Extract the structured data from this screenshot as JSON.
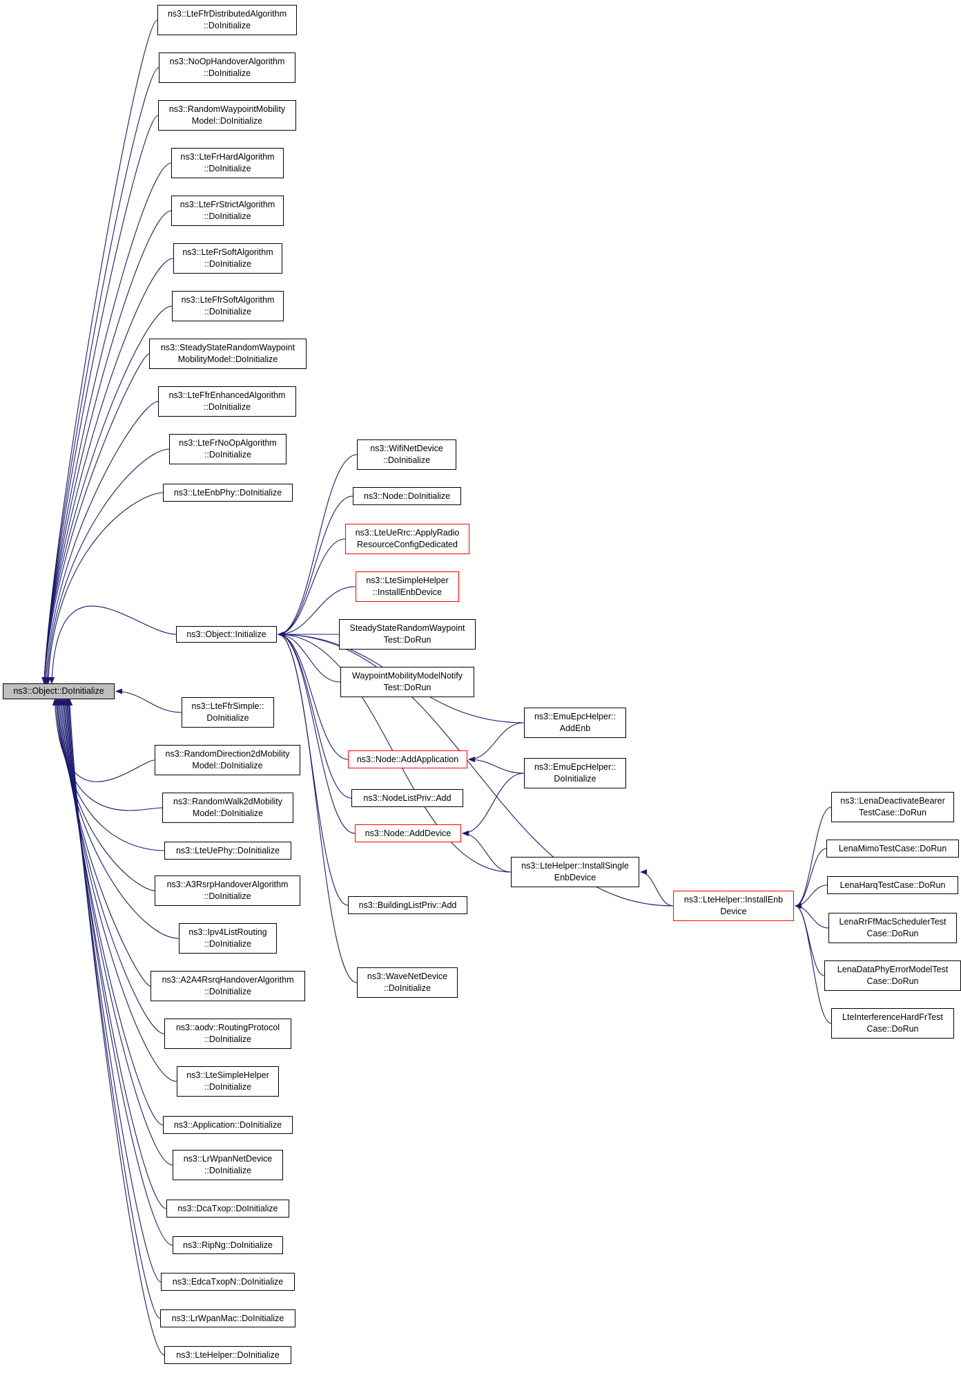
{
  "colors": {
    "edge": "#191970",
    "border": "#000000",
    "highlight_border": "#ff0000",
    "root_fill": "#bfbfbf"
  },
  "nodes": [
    {
      "id": "root",
      "label": "ns3::Object::DoInitialize"
    },
    {
      "id": "lteFfrDistributed",
      "label": "ns3::LteFfrDistributedAlgorithm\n::DoInitialize"
    },
    {
      "id": "noOpHandover",
      "label": "ns3::NoOpHandoverAlgorithm\n::DoInitialize"
    },
    {
      "id": "randomWaypoint",
      "label": "ns3::RandomWaypointMobility\nModel::DoInitialize"
    },
    {
      "id": "lteFrHard",
      "label": "ns3::LteFrHardAlgorithm\n::DoInitialize"
    },
    {
      "id": "lteFrStrict",
      "label": "ns3::LteFrStrictAlgorithm\n::DoInitialize"
    },
    {
      "id": "lteFrSoft",
      "label": "ns3::LteFrSoftAlgorithm\n::DoInitialize"
    },
    {
      "id": "lteFfrSoft",
      "label": "ns3::LteFfrSoftAlgorithm\n::DoInitialize"
    },
    {
      "id": "steadyStateModel",
      "label": "ns3::SteadyStateRandomWaypoint\nMobilityModel::DoInitialize"
    },
    {
      "id": "lteFfrEnhanced",
      "label": "ns3::LteFfrEnhancedAlgorithm\n::DoInitialize"
    },
    {
      "id": "lteFrNoOp",
      "label": "ns3::LteFrNoOpAlgorithm\n::DoInitialize"
    },
    {
      "id": "lteEnbPhy",
      "label": "ns3::LteEnbPhy::DoInitialize"
    },
    {
      "id": "objInit",
      "label": "ns3::Object::Initialize"
    },
    {
      "id": "lteFfrSimple",
      "label": "ns3::LteFfrSimple::\nDoInitialize"
    },
    {
      "id": "randomDirection",
      "label": "ns3::RandomDirection2dMobility\nModel::DoInitialize"
    },
    {
      "id": "randomWalk",
      "label": "ns3::RandomWalk2dMobility\nModel::DoInitialize"
    },
    {
      "id": "lteUePhy",
      "label": "ns3::LteUePhy::DoInitialize"
    },
    {
      "id": "a3Rsrp",
      "label": "ns3::A3RsrpHandoverAlgorithm\n::DoInitialize"
    },
    {
      "id": "ipv4List",
      "label": "ns3::Ipv4ListRouting\n::DoInitialize"
    },
    {
      "id": "a2a4Rsrq",
      "label": "ns3::A2A4RsrqHandoverAlgorithm\n::DoInitialize"
    },
    {
      "id": "aodv",
      "label": "ns3::aodv::RoutingProtocol\n::DoInitialize"
    },
    {
      "id": "lteSimpleDoInit",
      "label": "ns3::LteSimpleHelper\n::DoInitialize"
    },
    {
      "id": "application",
      "label": "ns3::Application::DoInitialize"
    },
    {
      "id": "lrWpanNetDevice",
      "label": "ns3::LrWpanNetDevice\n::DoInitialize"
    },
    {
      "id": "dcaTxop",
      "label": "ns3::DcaTxop::DoInitialize"
    },
    {
      "id": "ripNg",
      "label": "ns3::RipNg::DoInitialize"
    },
    {
      "id": "edcaTxopN",
      "label": "ns3::EdcaTxopN::DoInitialize"
    },
    {
      "id": "lrWpanMac",
      "label": "ns3::LrWpanMac::DoInitialize"
    },
    {
      "id": "lteHelperDoInit",
      "label": "ns3::LteHelper::DoInitialize"
    },
    {
      "id": "wifiNetDevice",
      "label": "ns3::WifiNetDevice\n::DoInitialize"
    },
    {
      "id": "nodeDoInit",
      "label": "ns3::Node::DoInitialize"
    },
    {
      "id": "lteUeRrc",
      "label": "ns3::LteUeRrc::ApplyRadio\nResourceConfigDedicated"
    },
    {
      "id": "lteSimpleInstall",
      "label": "ns3::LteSimpleHelper\n::InstallEnbDevice"
    },
    {
      "id": "steadyStateTest",
      "label": "SteadyStateRandomWaypoint\nTest::DoRun"
    },
    {
      "id": "waypointNotify",
      "label": "WaypointMobilityModelNotify\nTest::DoRun"
    },
    {
      "id": "nodeAddApp",
      "label": "ns3::Node::AddApplication"
    },
    {
      "id": "nodeListAdd",
      "label": "ns3::NodeListPriv::Add"
    },
    {
      "id": "nodeAddDevice",
      "label": "ns3::Node::AddDevice"
    },
    {
      "id": "buildingListAdd",
      "label": "ns3::BuildingListPriv::Add"
    },
    {
      "id": "waveNetDevice",
      "label": "ns3::WaveNetDevice\n::DoInitialize"
    },
    {
      "id": "emuAddEnb",
      "label": "ns3::EmuEpcHelper::\nAddEnb"
    },
    {
      "id": "emuDoInit",
      "label": "ns3::EmuEpcHelper::\nDoInitialize"
    },
    {
      "id": "lteInstallSingle",
      "label": "ns3::LteHelper::InstallSingle\nEnbDevice"
    },
    {
      "id": "lteInstallEnb",
      "label": "ns3::LteHelper::InstallEnb\nDevice"
    },
    {
      "id": "lenaDeactivate",
      "label": "ns3::LenaDeactivateBearer\nTestCase::DoRun"
    },
    {
      "id": "lenaMimo",
      "label": "LenaMimoTestCase::DoRun"
    },
    {
      "id": "lenaHarq",
      "label": "LenaHarqTestCase::DoRun"
    },
    {
      "id": "lenaRrFf",
      "label": "LenaRrFfMacSchedulerTest\nCase::DoRun"
    },
    {
      "id": "lenaDataPhy",
      "label": "LenaDataPhyErrorModelTest\nCase::DoRun"
    },
    {
      "id": "lteInterference",
      "label": "LteInterferenceHardFrTest\nCase::DoRun"
    }
  ]
}
